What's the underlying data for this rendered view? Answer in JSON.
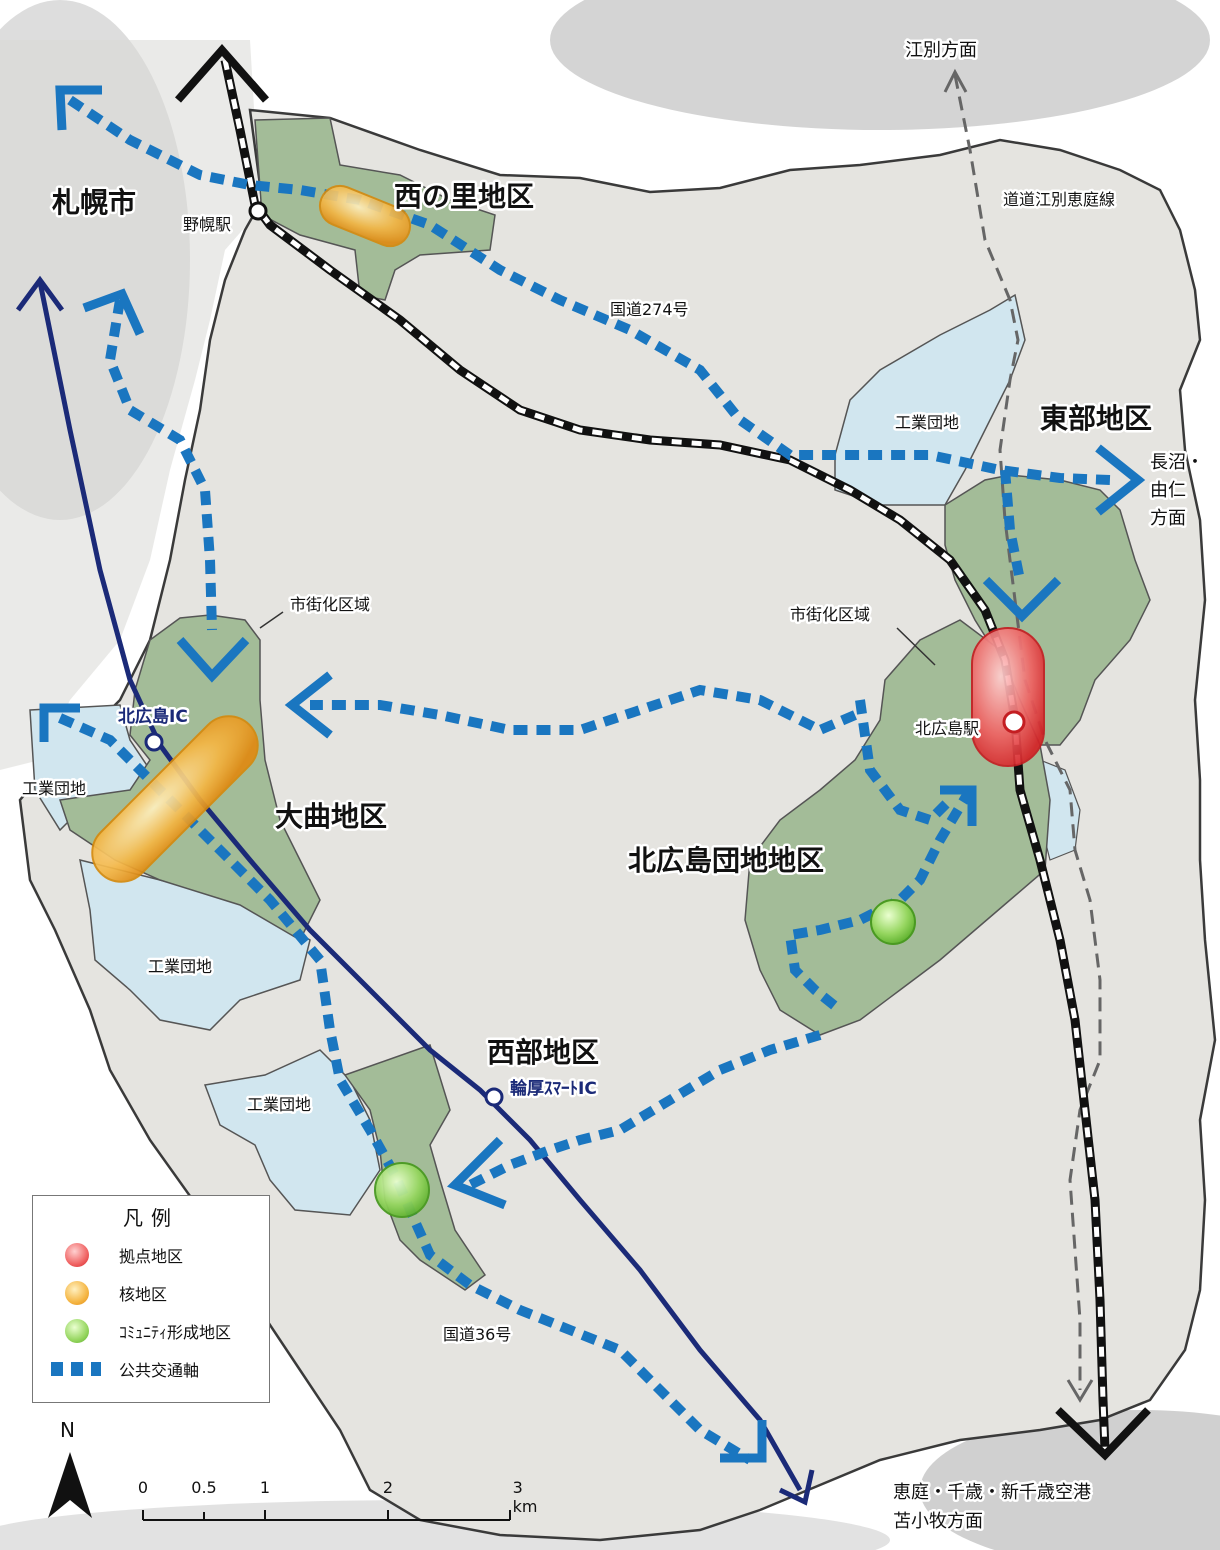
{
  "map": {
    "areas": {
      "nishinosato": "西の里地区",
      "toubu": "東部地区",
      "omagari": "大曲地区",
      "kitahiroshima_danchi": "北広島団地地区",
      "seibu": "西部地区"
    },
    "places": {
      "sapporo": "札幌市",
      "nopporo_station": "野幌駅",
      "kitahiroshima_station": "北広島駅",
      "kitahiroshima_ic": "北広島IC",
      "wattsu_smart_ic": "輪厚ｽﾏｰﾄIC"
    },
    "roads": {
      "route274": "国道274号",
      "route36": "国道36号",
      "ebetsu_eniwa": "道道江別恵庭線"
    },
    "directions": {
      "ebetsu": "江別方面",
      "naganuma_yuni": [
        "長沼・",
        "由仁",
        "方面"
      ],
      "eniwa_line1": "恵庭・千歳・新千歳空港",
      "eniwa_line2": "苫小牧方面"
    },
    "zones": {
      "urbanization_area": "市街化区域",
      "industrial_park": "工業団地"
    }
  },
  "legend": {
    "title": "凡例",
    "items": [
      {
        "label": "拠点地区",
        "color": "#e8363a"
      },
      {
        "label": "核地区",
        "color": "#f0a626"
      },
      {
        "label": "ｺﾐｭﾆﾃｨ形成地区",
        "color": "#7cc93f"
      },
      {
        "label": "公共交通軸",
        "color": "#1a76c0"
      }
    ]
  },
  "north_arrow": {
    "label": "N"
  },
  "scale_bar": {
    "ticks": [
      "0",
      "0.5",
      "1",
      "2",
      "3 km"
    ]
  },
  "colors": {
    "city_fill": "#e5e4e0",
    "district_fill": "#a3bc98",
    "industrial_fill": "#d1e6ef",
    "expressway": "#1b2a78",
    "transit_axis": "#1a76c0",
    "outside_gray": "#c4c4c4"
  }
}
